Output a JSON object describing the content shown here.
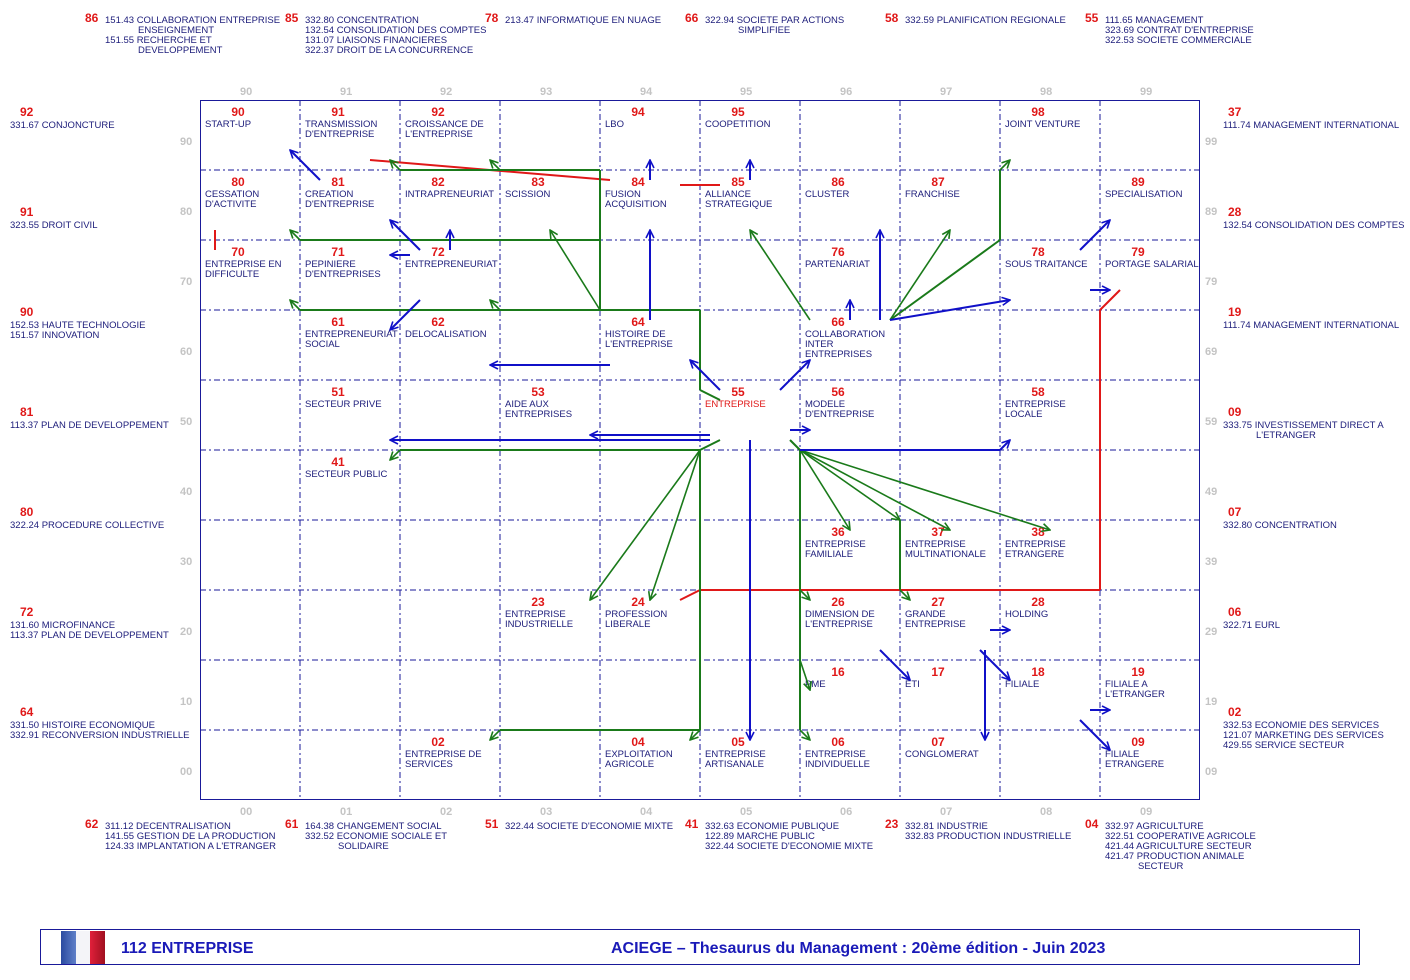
{
  "colors": {
    "red": "#e01818",
    "green": "#1a7a1a",
    "blue": "#1010c8",
    "navy": "#1c1c7a",
    "axis": "#c4c4c4"
  },
  "axes": {
    "top": [
      "90",
      "91",
      "92",
      "93",
      "94",
      "95",
      "96",
      "97",
      "98",
      "99"
    ],
    "bottom": [
      "00",
      "01",
      "02",
      "03",
      "04",
      "05",
      "06",
      "07",
      "08",
      "09"
    ],
    "left": [
      "90",
      "80",
      "70",
      "60",
      "50",
      "40",
      "30",
      "20",
      "10",
      "00"
    ],
    "right": [
      "99",
      "89",
      "79",
      "69",
      "59",
      "49",
      "39",
      "29",
      "19",
      "09"
    ]
  },
  "cells": [
    {
      "code": "90",
      "label": [
        "START-UP"
      ]
    },
    {
      "code": "91",
      "label": [
        "TRANSMISSION",
        "D'ENTREPRISE"
      ]
    },
    {
      "code": "92",
      "label": [
        "CROISSANCE DE",
        "L'ENTREPRISE"
      ]
    },
    {
      "code": "94",
      "label": [
        "LBO"
      ]
    },
    {
      "code": "95",
      "label": [
        "COOPETITION"
      ]
    },
    {
      "code": "98",
      "label": [
        "JOINT VENTURE"
      ]
    },
    {
      "code": "80",
      "label": [
        "CESSATION",
        "D'ACTIVITE"
      ]
    },
    {
      "code": "81",
      "label": [
        "CREATION",
        "D'ENTREPRISE"
      ]
    },
    {
      "code": "82",
      "label": [
        "INTRAPRENEURIAT"
      ]
    },
    {
      "code": "83",
      "label": [
        "SCISSION"
      ]
    },
    {
      "code": "84",
      "label": [
        "FUSION",
        "ACQUISITION"
      ]
    },
    {
      "code": "85",
      "label": [
        "ALLIANCE",
        "STRATEGIQUE"
      ]
    },
    {
      "code": "86",
      "label": [
        "CLUSTER"
      ]
    },
    {
      "code": "87",
      "label": [
        "FRANCHISE"
      ]
    },
    {
      "code": "89",
      "label": [
        "SPECIALISATION"
      ]
    },
    {
      "code": "70",
      "label": [
        "ENTREPRISE EN",
        "DIFFICULTE"
      ]
    },
    {
      "code": "71",
      "label": [
        "PEPINIERE",
        "D'ENTREPRISES"
      ]
    },
    {
      "code": "72",
      "label": [
        "ENTREPRENEURIAT"
      ]
    },
    {
      "code": "76",
      "label": [
        "PARTENARIAT"
      ]
    },
    {
      "code": "78",
      "label": [
        "SOUS TRAITANCE"
      ]
    },
    {
      "code": "79",
      "label": [
        "PORTAGE SALARIAL"
      ]
    },
    {
      "code": "61",
      "label": [
        "ENTREPRENEURIAT",
        "SOCIAL"
      ]
    },
    {
      "code": "62",
      "label": [
        "DELOCALISATION"
      ]
    },
    {
      "code": "64",
      "label": [
        "HISTOIRE DE",
        "L'ENTREPRISE"
      ]
    },
    {
      "code": "66",
      "label": [
        "COLLABORATION",
        "INTER",
        "ENTREPRISES"
      ]
    },
    {
      "code": "51",
      "label": [
        "SECTEUR PRIVE"
      ]
    },
    {
      "code": "53",
      "label": [
        "AIDE AUX",
        "ENTREPRISES"
      ]
    },
    {
      "code": "55",
      "label": [
        "ENTREPRISE"
      ],
      "highlight": true
    },
    {
      "code": "56",
      "label": [
        "MODELE",
        "D'ENTREPRISE"
      ]
    },
    {
      "code": "58",
      "label": [
        "ENTREPRISE",
        "LOCALE"
      ]
    },
    {
      "code": "41",
      "label": [
        "SECTEUR PUBLIC"
      ]
    },
    {
      "code": "36",
      "label": [
        "ENTREPRISE",
        "FAMILIALE"
      ]
    },
    {
      "code": "37",
      "label": [
        "ENTREPRISE",
        "MULTINATIONALE"
      ]
    },
    {
      "code": "38",
      "label": [
        "ENTREPRISE",
        "ETRANGERE"
      ]
    },
    {
      "code": "23",
      "label": [
        "ENTREPRISE",
        "INDUSTRIELLE"
      ]
    },
    {
      "code": "24",
      "label": [
        "PROFESSION",
        "LIBERALE"
      ]
    },
    {
      "code": "26",
      "label": [
        "DIMENSION DE",
        "L'ENTREPRISE"
      ]
    },
    {
      "code": "27",
      "label": [
        "GRANDE",
        "ENTREPRISE"
      ]
    },
    {
      "code": "28",
      "label": [
        "HOLDING"
      ]
    },
    {
      "code": "16",
      "label": [
        "PME"
      ]
    },
    {
      "code": "17",
      "label": [
        "ETI"
      ]
    },
    {
      "code": "18",
      "label": [
        "FILIALE"
      ]
    },
    {
      "code": "19",
      "label": [
        "FILIALE A",
        "L'ETRANGER"
      ]
    },
    {
      "code": "02",
      "label": [
        "ENTREPRISE DE",
        "SERVICES"
      ]
    },
    {
      "code": "04",
      "label": [
        "EXPLOITATION",
        "AGRICOLE"
      ]
    },
    {
      "code": "05",
      "label": [
        "ENTREPRISE",
        "ARTISANALE"
      ]
    },
    {
      "code": "06",
      "label": [
        "ENTREPRISE",
        "INDIVIDUELLE"
      ]
    },
    {
      "code": "07",
      "label": [
        "CONGLOMERAT"
      ]
    },
    {
      "code": "09",
      "label": [
        "FILIALE",
        "ETRANGERE"
      ]
    }
  ],
  "related": {
    "top": [
      {
        "code": "86",
        "lines": [
          {
            "t": "151.43 COLLABORATION ENTREPRISE"
          },
          {
            "t": "ENSEIGNEMENT",
            "cont": true
          },
          {
            "t": "151.55 RECHERCHE ET"
          },
          {
            "t": "DEVELOPPEMENT",
            "cont": true
          }
        ]
      },
      {
        "code": "85",
        "lines": [
          {
            "t": "332.80 CONCENTRATION"
          },
          {
            "t": "132.54 CONSOLIDATION DES COMPTES"
          },
          {
            "t": "131.07 LIAISONS FINANCIERES"
          },
          {
            "t": "322.37 DROIT DE LA CONCURRENCE"
          }
        ]
      },
      {
        "code": "78",
        "lines": [
          {
            "t": "213.47 INFORMATIQUE EN NUAGE"
          }
        ]
      },
      {
        "code": "66",
        "lines": [
          {
            "t": "322.94 SOCIETE PAR ACTIONS"
          },
          {
            "t": "SIMPLIFIEE",
            "cont": true
          }
        ]
      },
      {
        "code": "58",
        "lines": [
          {
            "t": "332.59 PLANIFICATION REGIONALE"
          }
        ]
      },
      {
        "code": "55",
        "lines": [
          {
            "t": "111.65 MANAGEMENT"
          },
          {
            "t": "323.69 CONTRAT D'ENTREPRISE"
          },
          {
            "t": "322.53 SOCIETE COMMERCIALE"
          }
        ]
      }
    ],
    "left": [
      {
        "code": "92",
        "lines": [
          {
            "t": "331.67 CONJONCTURE"
          }
        ]
      },
      {
        "code": "91",
        "lines": [
          {
            "t": "323.55 DROIT CIVIL"
          }
        ]
      },
      {
        "code": "90",
        "lines": [
          {
            "t": "152.53 HAUTE TECHNOLOGIE"
          },
          {
            "t": "151.57 INNOVATION"
          }
        ]
      },
      {
        "code": "81",
        "lines": [
          {
            "t": "113.37 PLAN DE DEVELOPPEMENT"
          }
        ]
      },
      {
        "code": "80",
        "lines": [
          {
            "t": "322.24 PROCEDURE COLLECTIVE"
          }
        ]
      },
      {
        "code": "72",
        "lines": [
          {
            "t": "131.60 MICROFINANCE"
          },
          {
            "t": "113.37 PLAN DE DEVELOPPEMENT"
          }
        ]
      },
      {
        "code": "64",
        "lines": [
          {
            "t": "331.50 HISTOIRE ECONOMIQUE"
          },
          {
            "t": "332.91 RECONVERSION INDUSTRIELLE"
          }
        ]
      }
    ],
    "right": [
      {
        "code": "37",
        "lines": [
          {
            "t": "111.74 MANAGEMENT INTERNATIONAL"
          }
        ]
      },
      {
        "code": "28",
        "lines": [
          {
            "t": "132.54 CONSOLIDATION DES COMPTES"
          }
        ]
      },
      {
        "code": "19",
        "lines": [
          {
            "t": "111.74 MANAGEMENT INTERNATIONAL"
          }
        ]
      },
      {
        "code": "09",
        "lines": [
          {
            "t": "333.75 INVESTISSEMENT DIRECT A"
          },
          {
            "t": "L'ETRANGER",
            "cont": true
          }
        ]
      },
      {
        "code": "07",
        "lines": [
          {
            "t": "332.80 CONCENTRATION"
          }
        ]
      },
      {
        "code": "06",
        "lines": [
          {
            "t": "322.71 EURL"
          }
        ]
      },
      {
        "code": "02",
        "lines": [
          {
            "t": "332.53 ECONOMIE DES SERVICES"
          },
          {
            "t": "121.07 MARKETING DES SERVICES"
          },
          {
            "t": "429.55 SERVICE SECTEUR"
          }
        ]
      }
    ],
    "bottom": [
      {
        "code": "62",
        "lines": [
          {
            "t": "311.12 DECENTRALISATION"
          },
          {
            "t": "141.55 GESTION DE LA PRODUCTION"
          },
          {
            "t": "124.33 IMPLANTATION A L'ETRANGER"
          }
        ]
      },
      {
        "code": "61",
        "lines": [
          {
            "t": "164.38 CHANGEMENT SOCIAL"
          },
          {
            "t": "332.52 ECONOMIE SOCIALE ET"
          },
          {
            "t": "SOLIDAIRE",
            "cont": true
          }
        ]
      },
      {
        "code": "51",
        "lines": [
          {
            "t": "322.44 SOCIETE D'ECONOMIE MIXTE"
          }
        ]
      },
      {
        "code": "41",
        "lines": [
          {
            "t": "332.63 ECONOMIE PUBLIQUE"
          },
          {
            "t": "122.89 MARCHE PUBLIC"
          },
          {
            "t": "322.44 SOCIETE D'ECONOMIE MIXTE"
          }
        ]
      },
      {
        "code": "23",
        "lines": [
          {
            "t": "332.81 INDUSTRIE"
          },
          {
            "t": "332.83 PRODUCTION INDUSTRIELLE"
          }
        ]
      },
      {
        "code": "04",
        "lines": [
          {
            "t": "332.97 AGRICULTURE"
          },
          {
            "t": "322.51 COOPERATIVE AGRICOLE"
          },
          {
            "t": "421.44 AGRICULTURE SECTEUR"
          },
          {
            "t": "421.47 PRODUCTION ANIMALE"
          },
          {
            "t": "SECTEUR",
            "cont": true
          }
        ]
      }
    ]
  },
  "footer": {
    "code_title": "112  ENTREPRISE",
    "publisher": "ACIEGE  –  Thesaurus du Management  :   20ème édition  - Juin 2023"
  }
}
